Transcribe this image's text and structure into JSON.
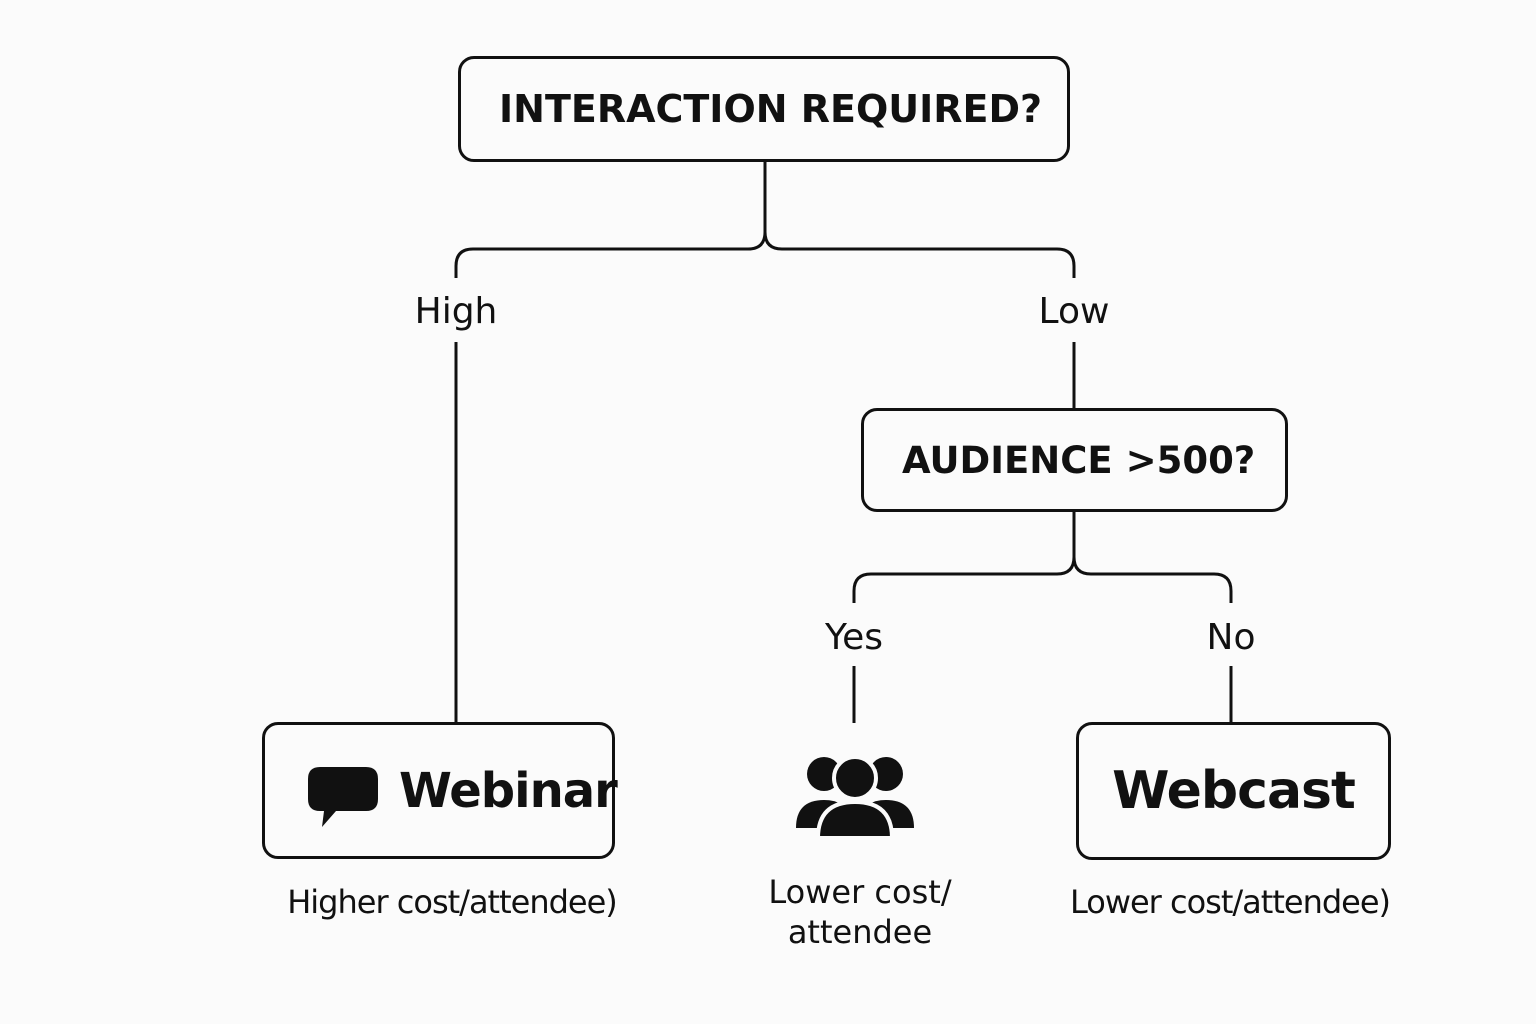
{
  "nodes": {
    "root": {
      "text": "INTERACTION REQUIRED?"
    },
    "audience": {
      "text": "AUDIENCE >500?"
    },
    "webinar": {
      "text": "Webinar",
      "icon": "speech-bubble-icon",
      "caption": "Higher cost/attendee)"
    },
    "group": {
      "icon": "people-group-icon",
      "caption_line1": "Lower cost/",
      "caption_line2": "attendee"
    },
    "webcast": {
      "text": "Webcast",
      "caption": "Lower cost/attendee)"
    }
  },
  "edges": {
    "high": "High",
    "low": "Low",
    "yes": "Yes",
    "no": "No"
  }
}
